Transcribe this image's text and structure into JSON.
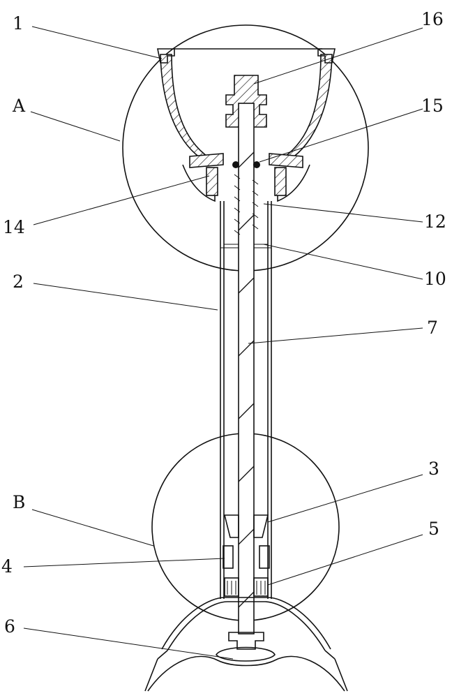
{
  "diagram": {
    "labels": {
      "l1": "1",
      "lA": "A",
      "l14": "14",
      "l2": "2",
      "lB": "B",
      "l4": "4",
      "l6": "6",
      "l16": "16",
      "l15": "15",
      "l12": "12",
      "l10": "10",
      "l7": "7",
      "l3": "3",
      "l5": "5"
    }
  }
}
